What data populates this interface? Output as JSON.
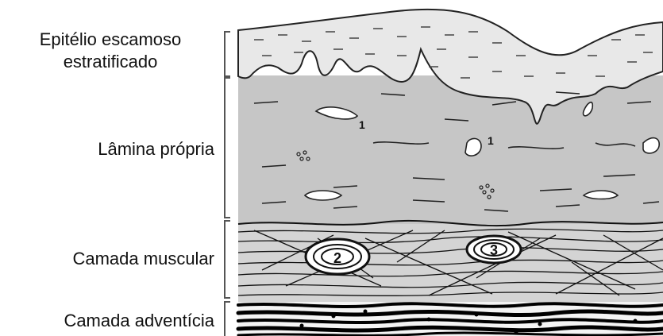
{
  "labels": {
    "epitelio_line1": "Epitélio escamoso",
    "epitelio_line2": "estratificado",
    "lamina": "Lâmina própria",
    "muscular": "Camada muscular",
    "adventicia": "Camada adventícia"
  },
  "markers": {
    "m1a": "1",
    "m1b": "1",
    "m2": "2",
    "m3": "3"
  },
  "colors": {
    "epithelium": "#e6e6e6",
    "lamina": "#c8c8c8",
    "muscle": "#d2d2d2",
    "ink": "#111111"
  }
}
